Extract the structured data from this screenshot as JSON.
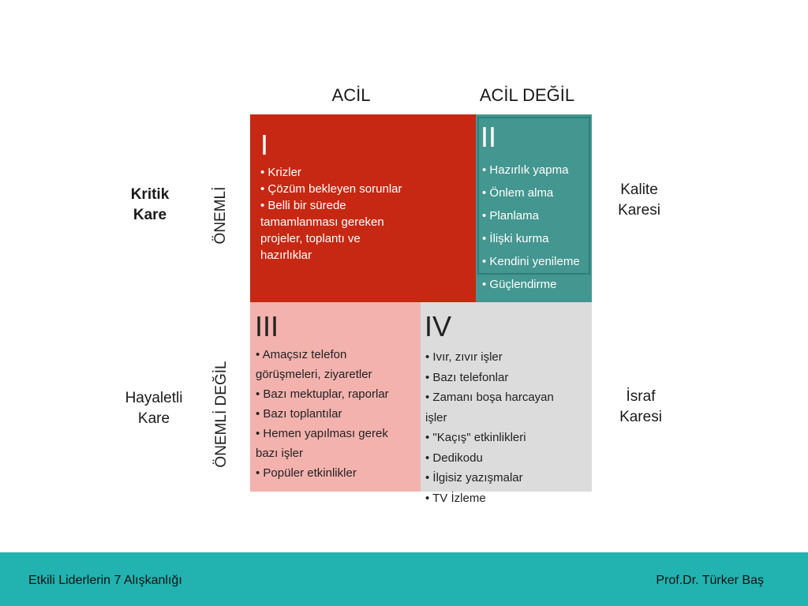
{
  "columns": {
    "urgent": "ACİL",
    "not_urgent": "ACİL DEĞİL"
  },
  "rows": {
    "important": "ÖNEMLİ",
    "not_important": "ÖNEMLİ DEĞİL"
  },
  "side_labels": {
    "critical": "Kritik\nKare",
    "ghost": "Hayaletli\nKare",
    "quality": "Kalite\nKaresi",
    "waste": "İsraf\nKaresi"
  },
  "quadrants": {
    "q1": {
      "num": "I",
      "items": [
        "• Krizler",
        "• Çözüm bekleyen sorunlar",
        "• Belli bir sürede",
        "tamamlanması gereken",
        "projeler, toplantı ve",
        "hazırlıklar"
      ]
    },
    "q2": {
      "num": "II",
      "items": [
        "• Hazırlık yapma",
        "• Önlem alma",
        "• Planlama",
        "• İlişki kurma",
        "• Kendini yenileme",
        "• Güçlendirme"
      ]
    },
    "q3": {
      "num": "III",
      "items": [
        "• Amaçsız telefon",
        "görüşmeleri, ziyaretler",
        "• Bazı mektuplar, raporlar",
        "• Bazı toplantılar",
        "• Hemen yapılması gerek",
        "bazı işler",
        "• Popüler etkinlikler"
      ]
    },
    "q4": {
      "num": "IV",
      "items": [
        "• Ivır, zıvır işler",
        "• Bazı telefonlar",
        "• Zamanı boşa harcayan",
        "işler",
        "• \"Kaçış\" etkinlikleri",
        "• Dedikodu",
        "• İlgisiz yazışmalar",
        "• TV İzleme"
      ]
    }
  },
  "footer": {
    "left": "Etkili Liderlerin 7 Alışkanlığı",
    "right": "Prof.Dr. Türker Baş"
  },
  "colors": {
    "q1": "#c72813",
    "q2": "#449690",
    "q3": "#f3b2ae",
    "q4": "#dcdcdc",
    "footer": "#22b2b0"
  }
}
